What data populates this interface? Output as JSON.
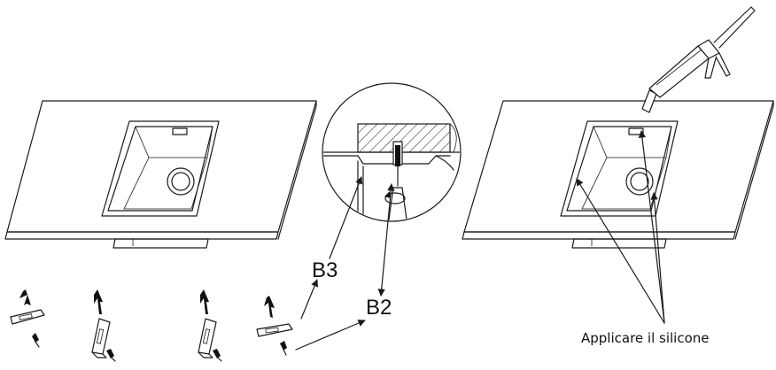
{
  "labels": {
    "b3": "B3",
    "b2": "B2",
    "silicone": "Applicare il silicone"
  },
  "icons": [
    "arrow-up-icon",
    "screwdriver-icon",
    "silicone-gun-icon",
    "rotation-icon"
  ],
  "colors": {
    "line": "#1a1a1a",
    "background": "#ffffff"
  }
}
